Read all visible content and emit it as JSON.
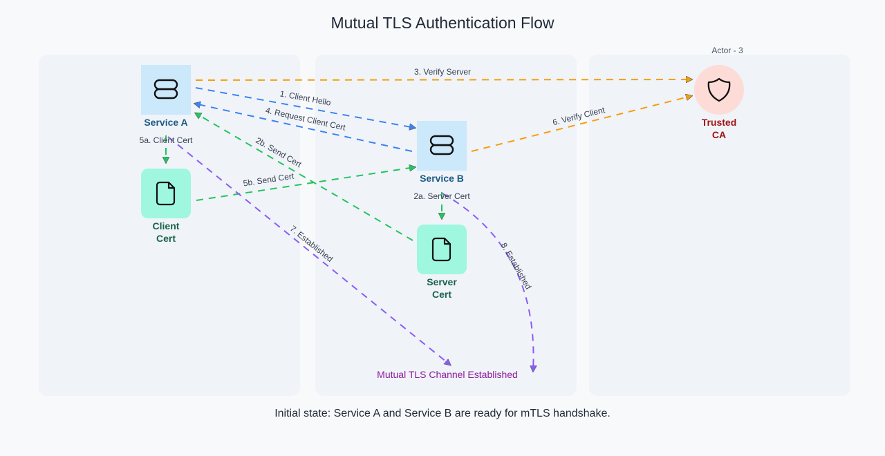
{
  "title": "Mutual TLS Authentication Flow",
  "actor_label": "Actor - 3",
  "nodes": {
    "service_a": {
      "label": "Service A",
      "icon": "server-icon"
    },
    "service_b": {
      "label": "Service B",
      "icon": "server-icon"
    },
    "client_cert": {
      "label_line1": "Client",
      "label_line2": "Cert",
      "icon": "document-icon"
    },
    "server_cert": {
      "label_line1": "Server",
      "label_line2": "Cert",
      "icon": "document-icon"
    },
    "trusted_ca": {
      "label_line1": "Trusted",
      "label_line2": "CA",
      "icon": "shield-icon"
    }
  },
  "edges": {
    "e1": "1. Client Hello",
    "e2a": "2a. Server Cert",
    "e2b": "2b. Send Cert",
    "e3": "3. Verify Server",
    "e4": "4. Request Client Cert",
    "e5a": "5a. Client Cert",
    "e5b": "5b. Send Cert",
    "e6": "6. Verify Client",
    "e7": "7. Established",
    "e8": "8. Established"
  },
  "colors": {
    "blue": "#3b82f6",
    "orange": "#f59e0b",
    "green": "#22c55e",
    "purple": "#8b5cf6"
  },
  "final_state": "Mutual TLS Channel Established",
  "footer": "Initial state: Service A and Service B are ready for mTLS handshake."
}
